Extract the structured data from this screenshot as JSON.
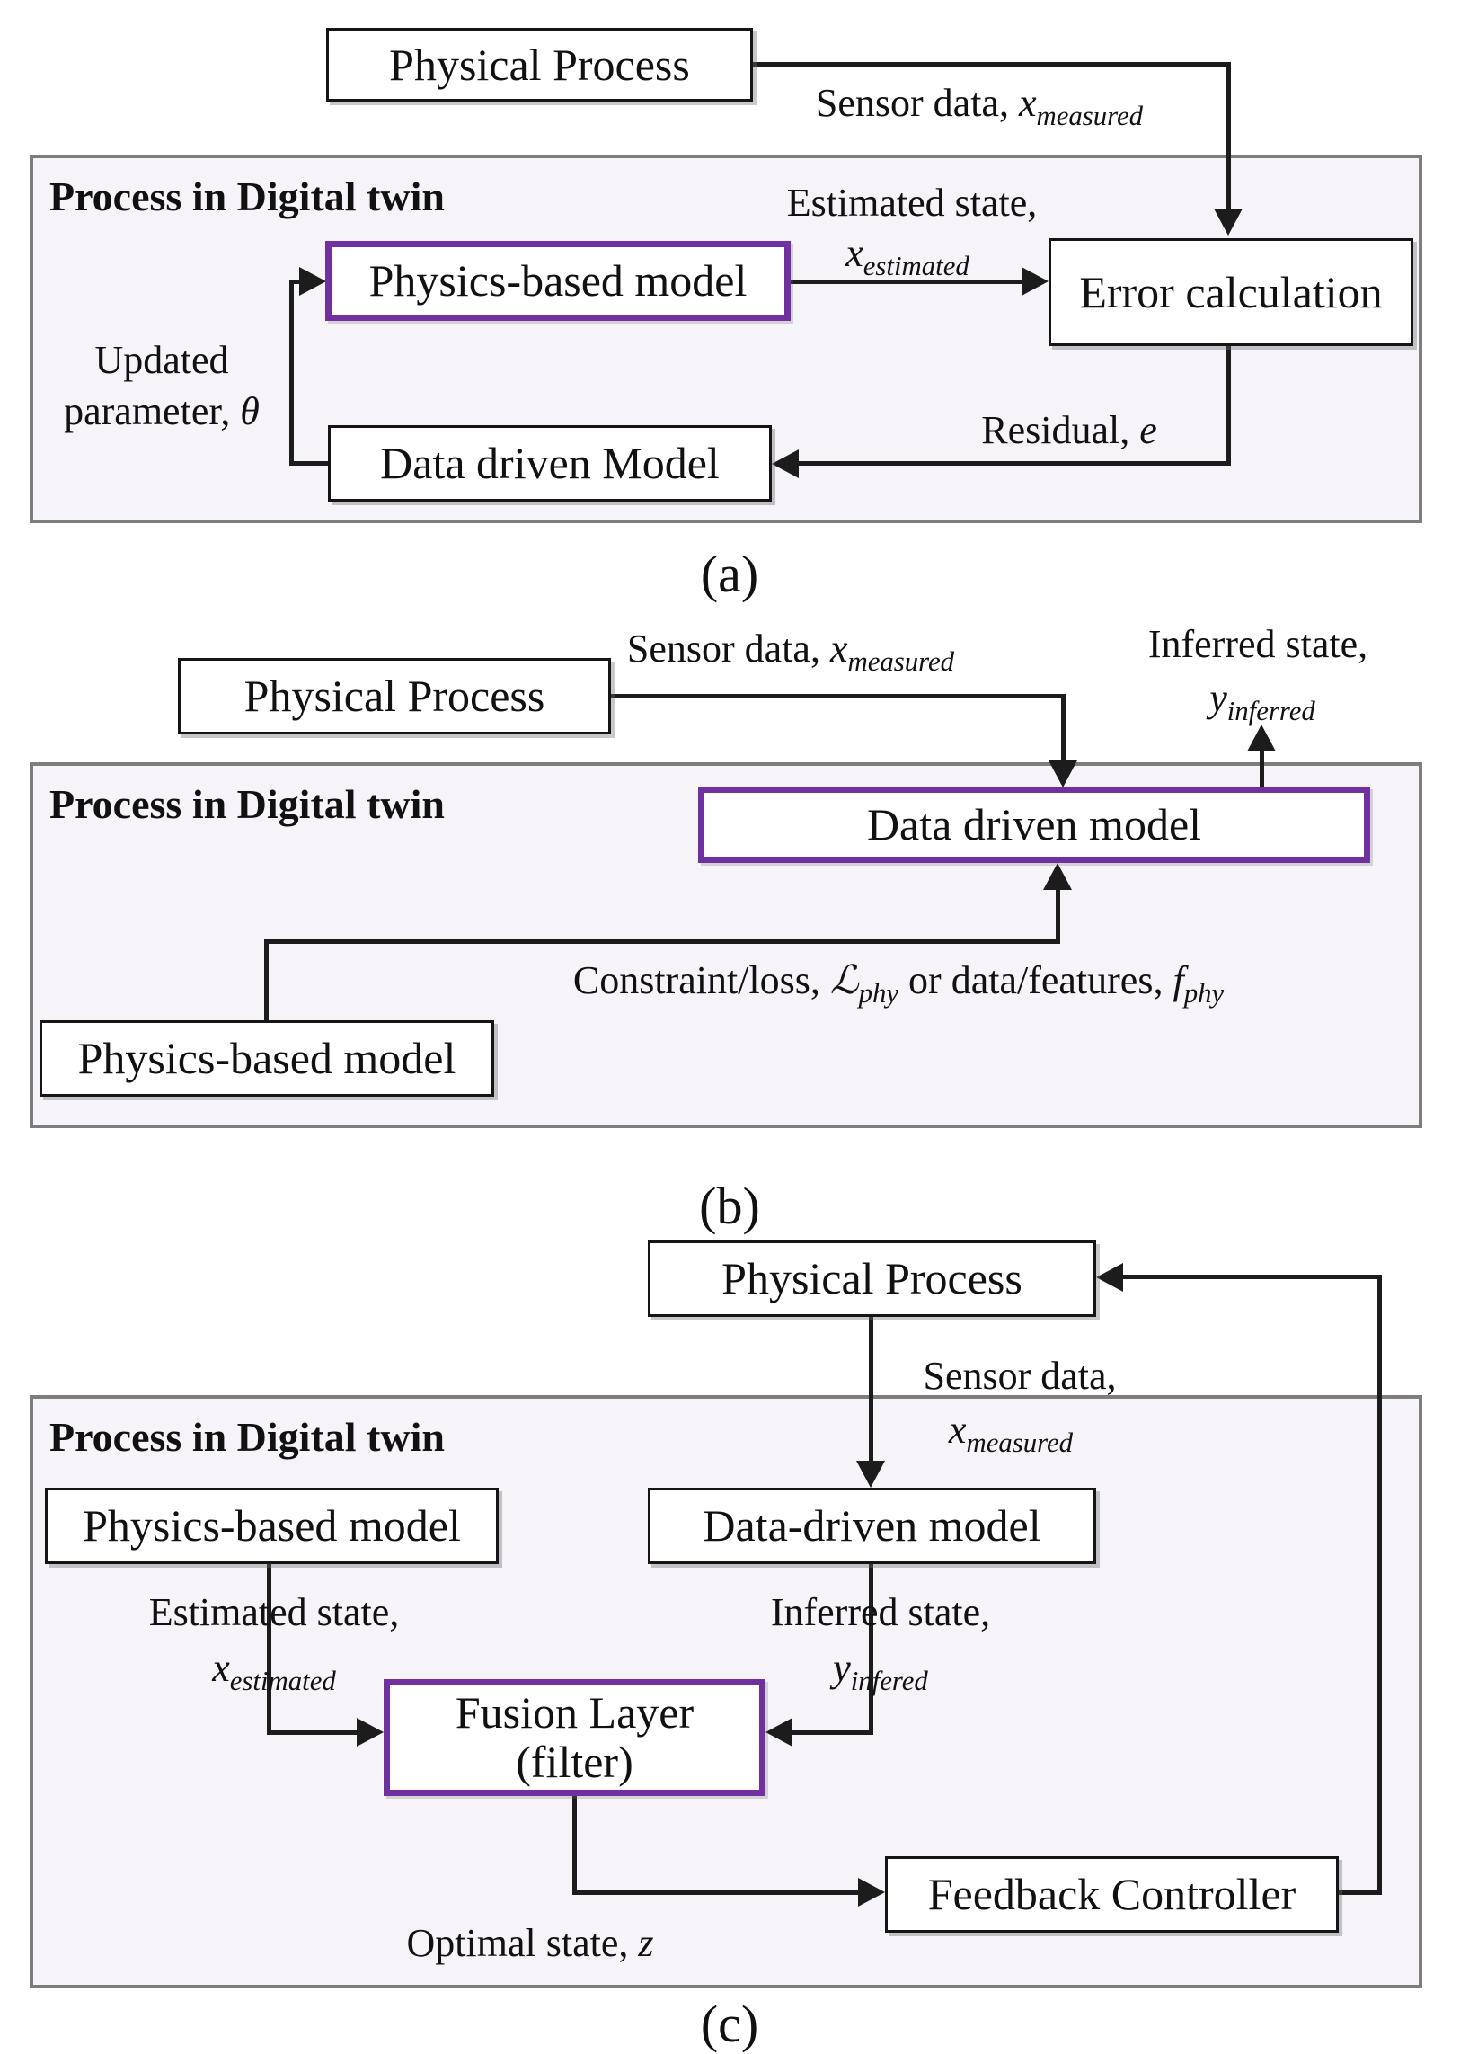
{
  "colors": {
    "accent_purple": "#7030a0",
    "panel_fill": "#f6f3f9",
    "panel_border": "#7d7d7d",
    "line_color": "#1c1c1c"
  },
  "panel_a": {
    "caption": "(a)",
    "title": "Process in Digital twin",
    "physical_process": "Physical Process",
    "physics_model": "Physics-based model",
    "error_calculation": "Error calculation",
    "data_driven_model": "Data driven Model",
    "sensor": {
      "text": "Sensor data,",
      "var": "x",
      "sub": "measured"
    },
    "estimated": {
      "line1": "Estimated state,",
      "var": "x",
      "sub": "estimated"
    },
    "updated": {
      "line1": "Updated",
      "line2": "parameter,",
      "var": "θ"
    },
    "residual": {
      "text": "Residual,",
      "var": "e"
    }
  },
  "panel_b": {
    "caption": "(b)",
    "title": "Process in Digital twin",
    "physical_process": "Physical Process",
    "data_driven_model": "Data driven model",
    "physics_model": "Physics-based model",
    "sensor": {
      "text": "Sensor data,",
      "var": "x",
      "sub": "measured"
    },
    "inferred": {
      "line1": "Inferred state,",
      "var": "y",
      "sub": "inferred"
    },
    "constraint": {
      "t1": "Constraint/loss,",
      "v1": "ℒ",
      "s1": "phy",
      "t2": "or data/features,",
      "v2": "f",
      "s2": "phy"
    }
  },
  "panel_c": {
    "caption": "(c)",
    "title": "Process in Digital twin",
    "physical_process": "Physical Process",
    "physics_model": "Physics-based model",
    "data_driven_model": "Data-driven model",
    "fusion": {
      "line1": "Fusion Layer",
      "line2": "(filter)"
    },
    "feedback_controller": "Feedback Controller",
    "sensor": {
      "line1": "Sensor data,",
      "var": "x",
      "sub": "measured"
    },
    "estimated": {
      "line1": "Estimated state,",
      "var": "x",
      "sub": "estimated"
    },
    "inferred": {
      "line1": "Inferred state,",
      "var": "y",
      "sub": "infered"
    },
    "optimal": {
      "text": "Optimal state,",
      "var": "z"
    }
  }
}
